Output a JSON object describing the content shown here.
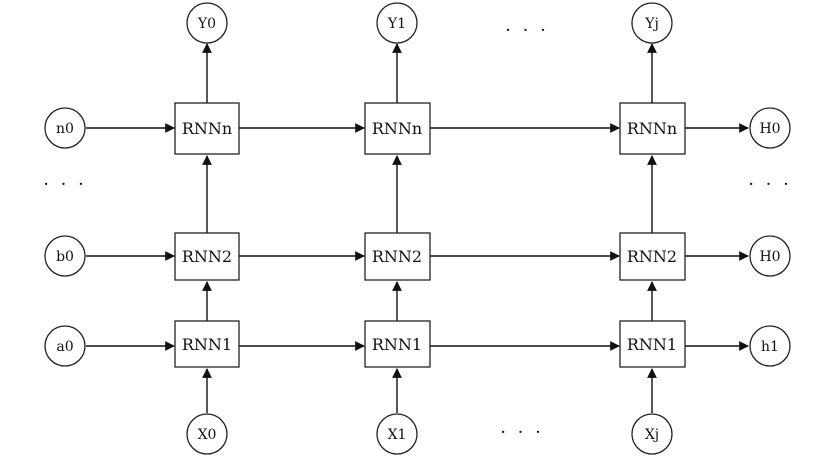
{
  "outputs": [
    "Y0",
    "Y1",
    "Yj"
  ],
  "inputs": [
    "X0",
    "X1",
    "Xj"
  ],
  "layer_inputs": [
    "n0",
    "b0",
    "a0"
  ],
  "final_states": [
    "H0",
    "H0",
    "h1"
  ],
  "cell_labels": [
    "RNNn",
    "RNN2",
    "RNN1"
  ],
  "ellipsis": "· · ·"
}
